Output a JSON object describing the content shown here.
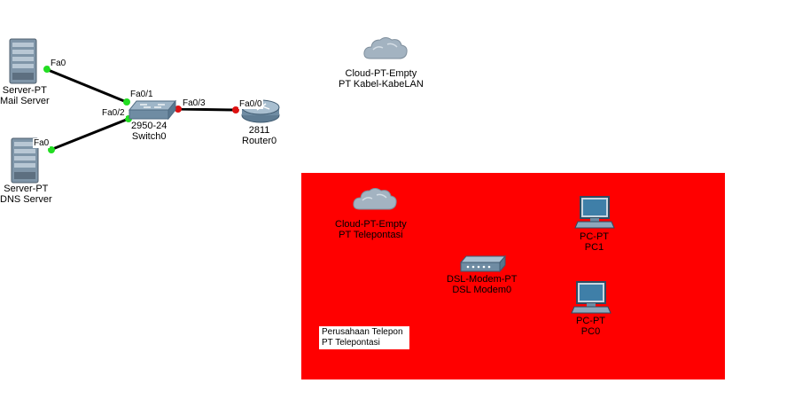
{
  "devices": {
    "mail_server": {
      "model": "Server-PT",
      "name": "Mail Server",
      "port": "Fa0"
    },
    "dns_server": {
      "model": "Server-PT",
      "name": "DNS Server",
      "port": "Fa0"
    },
    "switch0": {
      "model": "2950-24",
      "name": "Switch0",
      "ports": {
        "to_mail": "Fa0/1",
        "to_dns": "Fa0/2",
        "to_router": "Fa0/3"
      }
    },
    "router0": {
      "model": "2811",
      "name": "Router0",
      "port": "Fa0/0"
    },
    "cloud_kabel": {
      "model": "Cloud-PT-Empty",
      "name": "PT Kabel-KabeLAN"
    },
    "cloud_telepon": {
      "model": "Cloud-PT-Empty",
      "name": "PT Telepontasi"
    },
    "dsl_modem": {
      "model": "DSL-Modem-PT",
      "name": "DSL Modem0"
    },
    "pc1": {
      "model": "PC-PT",
      "name": "PC1"
    },
    "pc0": {
      "model": "PC-PT",
      "name": "PC0"
    }
  },
  "cluster_note": {
    "line1": "Perusahaan Telepon",
    "line2": "PT Telepontasi"
  },
  "colors": {
    "cluster_fill": "#ff0000",
    "link_up": "#22dd22",
    "link_down": "#dd1111",
    "cable": "#000000"
  }
}
